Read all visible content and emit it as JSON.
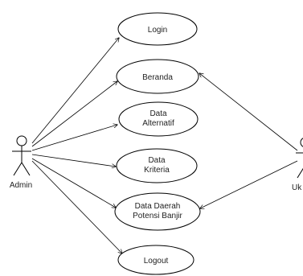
{
  "actors": {
    "admin": {
      "label": "Admin"
    },
    "user": {
      "label": "Uk"
    }
  },
  "use_cases": {
    "login": {
      "line1": "Login",
      "line2": ""
    },
    "beranda": {
      "line1": "Beranda",
      "line2": ""
    },
    "alternatif": {
      "line1": "Data",
      "line2": "Alternatif"
    },
    "kriteria": {
      "line1": "Data",
      "line2": "Kriteria"
    },
    "daerah": {
      "line1": "Data Daerah",
      "line2": "Potensi Banjir"
    },
    "logout": {
      "line1": "Logout",
      "line2": ""
    }
  },
  "associations": {
    "admin": [
      "login",
      "beranda",
      "alternatif",
      "kriteria",
      "daerah",
      "logout"
    ],
    "user": [
      "beranda",
      "daerah"
    ]
  }
}
